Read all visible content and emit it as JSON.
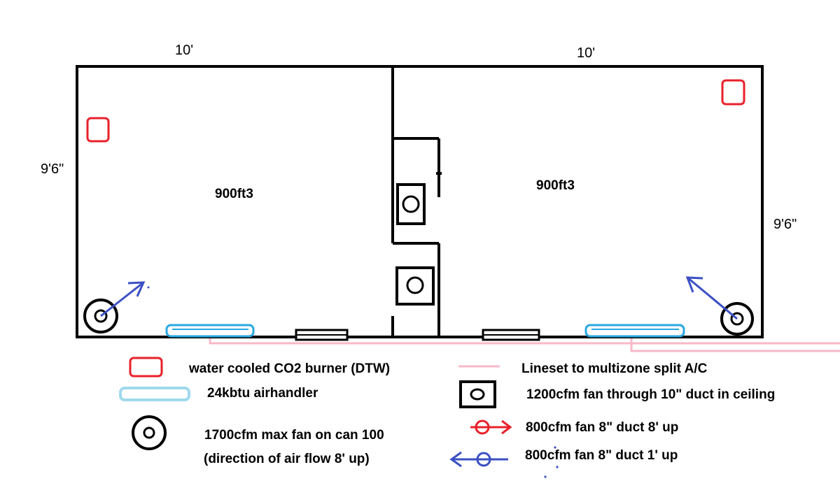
{
  "dimensions": {
    "top_left": "10'",
    "top_right": "10'",
    "left_side": "9'6\"",
    "right_side": "9'6\""
  },
  "rooms": {
    "left_volume": "900ft3",
    "right_volume": "900ft3"
  },
  "legend": {
    "burner": "water cooled CO2 burner (DTW)",
    "airhandler": "24kbtu airhandler",
    "can_fan_line1": "1700cfm max fan on can 100",
    "can_fan_line2": "(direction of air flow 8' up)",
    "lineset": "Lineset to multizone split A/C",
    "ceiling_fan": "1200cfm fan through 10\" duct in ceiling",
    "duct_fan_red": "800cfm fan 8\" duct 8' up",
    "duct_fan_blue": "800cfm fan 8\" duct 1' up"
  },
  "colors": {
    "wall": "#000000",
    "burner": "#e8202a",
    "airhandler": "#29a8e0",
    "lineset": "#f7b8c8",
    "airflow_arrow": "#3a4fc4",
    "red_fan": "#e8202a",
    "blue_fan": "#3a4fc4"
  }
}
